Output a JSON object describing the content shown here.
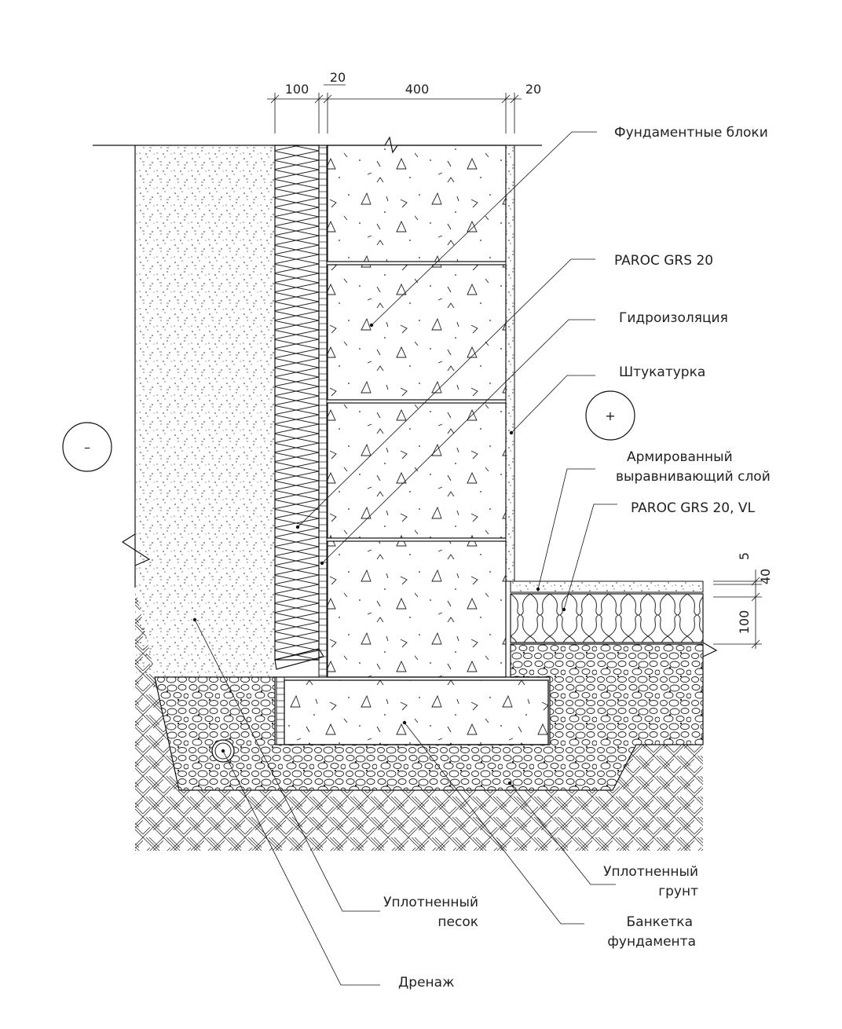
{
  "labels": {
    "blocks": "Фундаментные блоки",
    "paroc_wall": "PAROC GRS 20",
    "waterproofing": "Гидроизоляция",
    "plaster": "Штукатурка",
    "reinforced_line1": "Армированный",
    "reinforced_line2": "выравнивающий слой",
    "paroc_floor": "PAROC GRS 20, VL",
    "compacted_soil_line1": "Уплотненный",
    "compacted_soil_line2": "грунт",
    "compacted_sand_line1": "Уплотненный",
    "compacted_sand_line2": "песок",
    "footing_line1": "Банкетка",
    "footing_line2": "фундамента",
    "drainage": "Дренаж"
  },
  "symbols": {
    "minus": "–",
    "plus": "+"
  },
  "dimensions": {
    "top": [
      "100",
      "20",
      "400",
      "20"
    ],
    "right": [
      "5",
      "40",
      "100"
    ]
  }
}
